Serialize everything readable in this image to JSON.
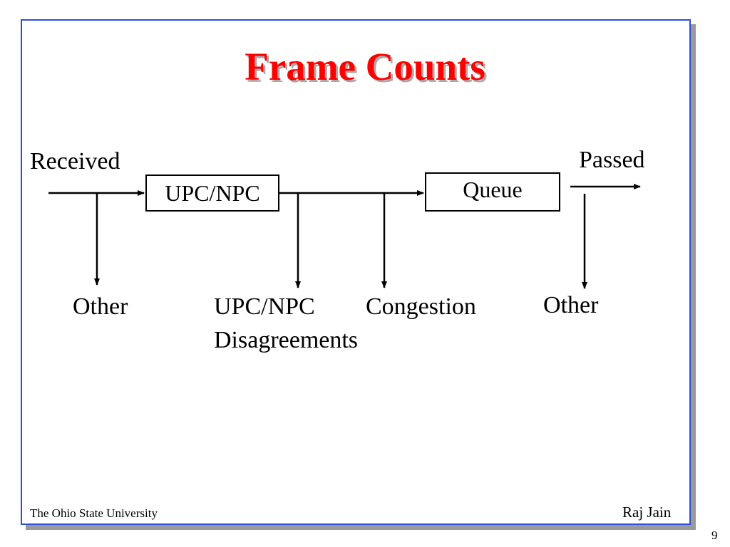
{
  "slide": {
    "title": "Frame Counts",
    "footer_left": "The Ohio State University",
    "footer_right": "Raj Jain",
    "page_number": "9"
  },
  "diagram": {
    "nodes": {
      "upc_npc": "UPC/NPC",
      "queue": "Queue"
    },
    "labels": {
      "received": "Received",
      "passed": "Passed",
      "other_left": "Other",
      "upc_npc_disagreements_line1": "UPC/NPC",
      "upc_npc_disagreements_line2": "Disagreements",
      "congestion": "Congestion",
      "other_right": "Other"
    }
  },
  "colors": {
    "title": "#ff0000",
    "frame_border": "#2f4fd6",
    "shadow": "#9a9a9a"
  }
}
